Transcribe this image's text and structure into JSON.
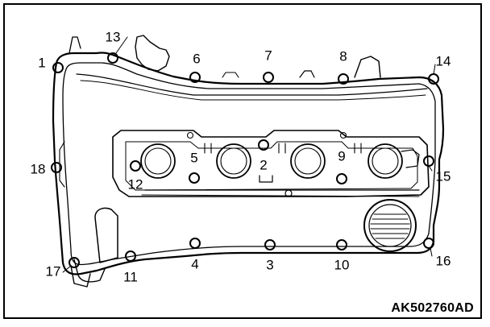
{
  "figure": {
    "code": "AK502760AD",
    "callout_labels": [
      "1",
      "2",
      "3",
      "4",
      "5",
      "6",
      "7",
      "8",
      "9",
      "10",
      "11",
      "12",
      "13",
      "14",
      "15",
      "16",
      "17",
      "18"
    ]
  },
  "colors": {
    "line": "#000000",
    "background": "#ffffff"
  }
}
